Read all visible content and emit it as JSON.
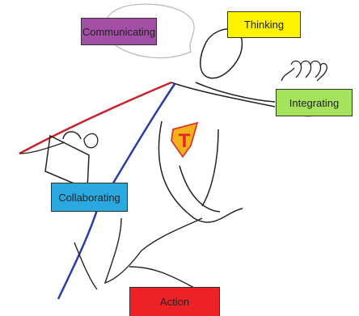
{
  "labels": {
    "communicating": {
      "text": "Communicating",
      "color": "#a24fa5"
    },
    "thinking": {
      "text": "Thinking",
      "color": "#fdf200"
    },
    "integrating": {
      "text": "Integrating",
      "color": "#a5e35c"
    },
    "collaborating": {
      "text": "Collaborating",
      "color": "#2aa9e1"
    },
    "action": {
      "text": "Action",
      "color": "#ee2127"
    }
  },
  "emblem": {
    "letter": "T",
    "fill": "#f5b01b",
    "letter_color": "#e4262a"
  },
  "cape": {
    "outer_color": "#c8232c",
    "inner_color": "#2a3aa8"
  }
}
